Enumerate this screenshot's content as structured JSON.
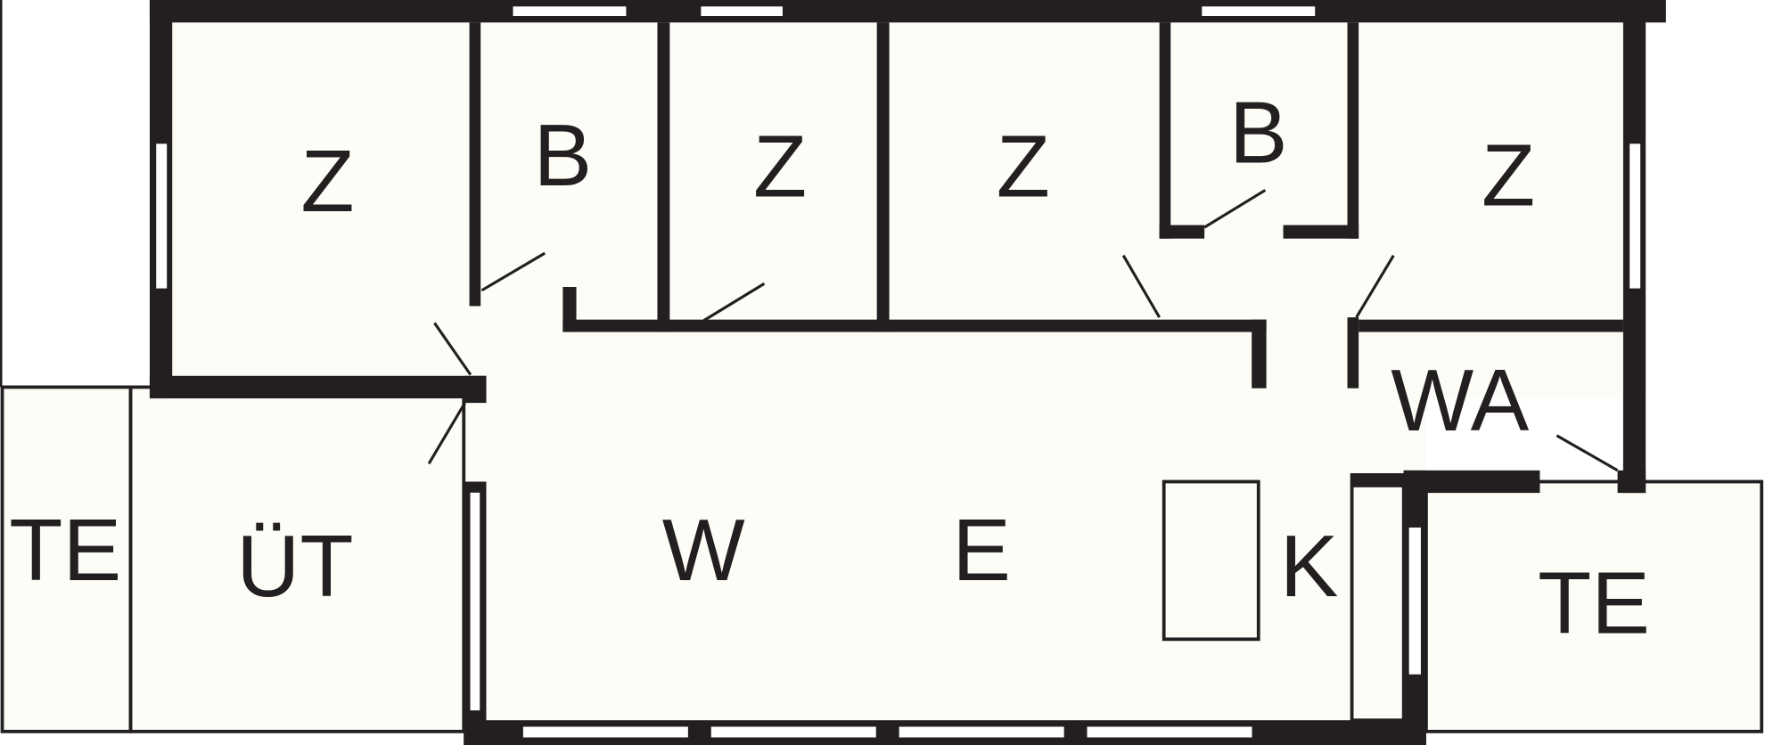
{
  "rooms": {
    "zimmer_1": "Z",
    "bad_1": "B",
    "zimmer_2": "Z",
    "zimmer_3": "Z",
    "bad_2": "B",
    "zimmer_4": "Z",
    "waschraum": "WA",
    "wohnen_w": "W",
    "wohnen_e": "E",
    "kueche": "K",
    "terrasse_left": "TE",
    "uebergang": "ÜT",
    "terrasse_right": "TE"
  },
  "colors": {
    "wall": "#231f20",
    "floor": "#fdfdf7"
  }
}
